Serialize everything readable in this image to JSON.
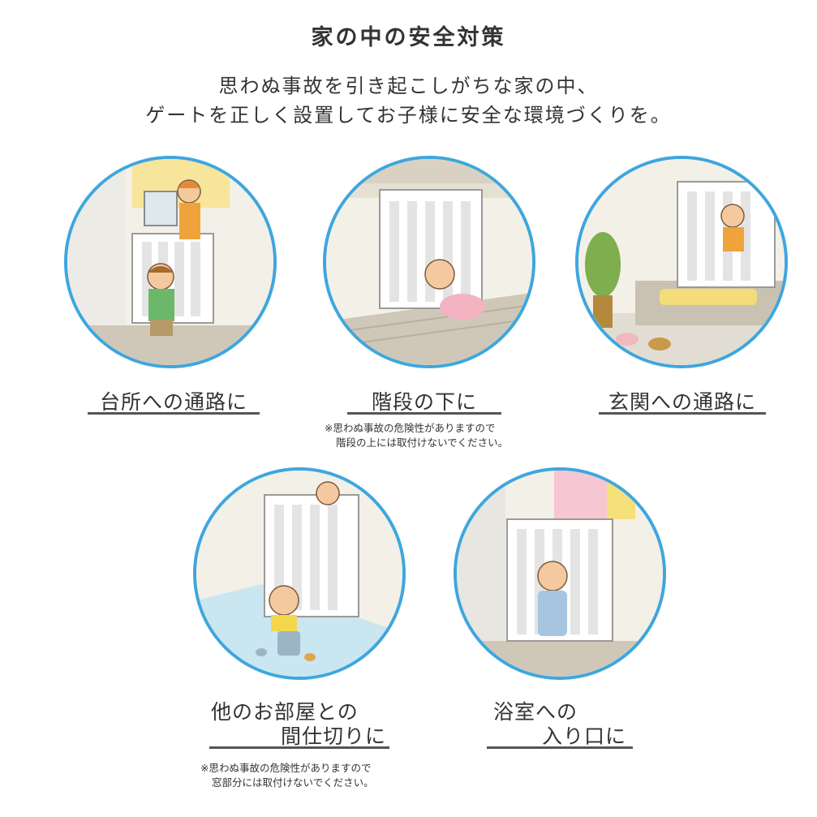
{
  "header": {
    "title": "家の中の安全対策",
    "subtitle_line1": "思わぬ事故を引き起こしがちな家の中、",
    "subtitle_line2": "ゲートを正しく設置してお子様に安全な環境づくりを。"
  },
  "scenes": [
    {
      "label": "台所への通路に"
    },
    {
      "label": "階段の下に",
      "note_line1": "※思わぬ事故の危険性がありますので",
      "note_line2": "階段の上には取付けないでください。"
    },
    {
      "label": "玄関への通路に"
    },
    {
      "label_line1": "他のお部屋との",
      "label_line2": "間仕切りに",
      "note_line1": "※思わぬ事故の危険性がありますので",
      "note_line2": "窓部分には取付けないでください。"
    },
    {
      "label_line1": "浴室への",
      "label_line2": "入り口に"
    }
  ],
  "colors": {
    "circle_border": "#3ea6de",
    "underline": "#555555",
    "gate": "#ffffff",
    "floor": "#d8d2c4"
  }
}
